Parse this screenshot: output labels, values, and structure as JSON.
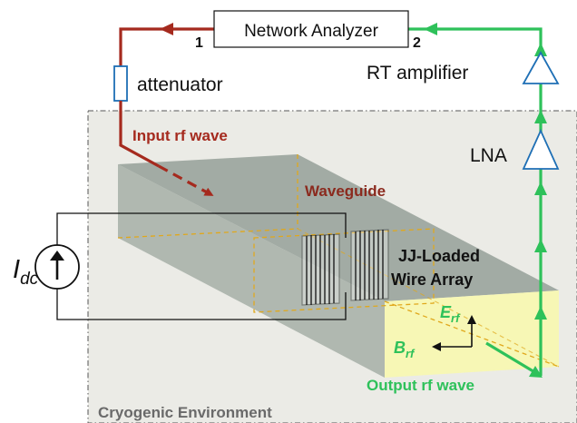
{
  "colors": {
    "input_path": "#a52a1e",
    "output_path": "#2ec15a",
    "amplifier": "#1e6fb5",
    "waveguide_top": "#9ea8a0",
    "waveguide_front": "#a7b1a9",
    "waveguide_side": "#c3c9c1",
    "output_face": "#f7f7b5",
    "environment_bg": "#ebebe6",
    "dashed_internal": "#e0a81c"
  },
  "instrument": {
    "name": "Network Analyzer",
    "port_1": "1",
    "port_2": "2"
  },
  "labels": {
    "attenuator": "attenuator",
    "rt_amplifier": "RT amplifier",
    "lna": "LNA",
    "input_wave": "Input rf wave",
    "waveguide": "Waveguide",
    "wire_array_line1": "JJ-Loaded",
    "wire_array_line2": "Wire Array",
    "output_wave": "Output rf wave",
    "environment": "Cryogenic Environment",
    "current_symbol": "I",
    "current_subscript": "dc",
    "e_field": "E",
    "e_field_sub": "rf",
    "b_field": "B",
    "b_field_sub": "rf"
  },
  "icons": {
    "current_source": "current-source-up-arrow-icon",
    "amplifier": "amplifier-triangle-icon",
    "attenuator": "attenuator-block-icon"
  }
}
